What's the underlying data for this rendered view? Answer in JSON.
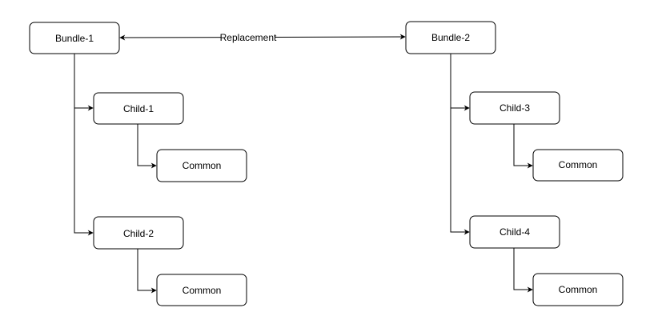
{
  "diagram": {
    "nodes": {
      "bundle1": "Bundle-1",
      "bundle2": "Bundle-2",
      "child1": "Child-1",
      "child2": "Child-2",
      "child3": "Child-3",
      "child4": "Child-4",
      "common1": "Common",
      "common2": "Common",
      "common3": "Common",
      "common4": "Common"
    },
    "edges": {
      "replacement_label": "Replacement"
    },
    "colors": {
      "stroke": "#000000",
      "fill": "#ffffff"
    }
  }
}
